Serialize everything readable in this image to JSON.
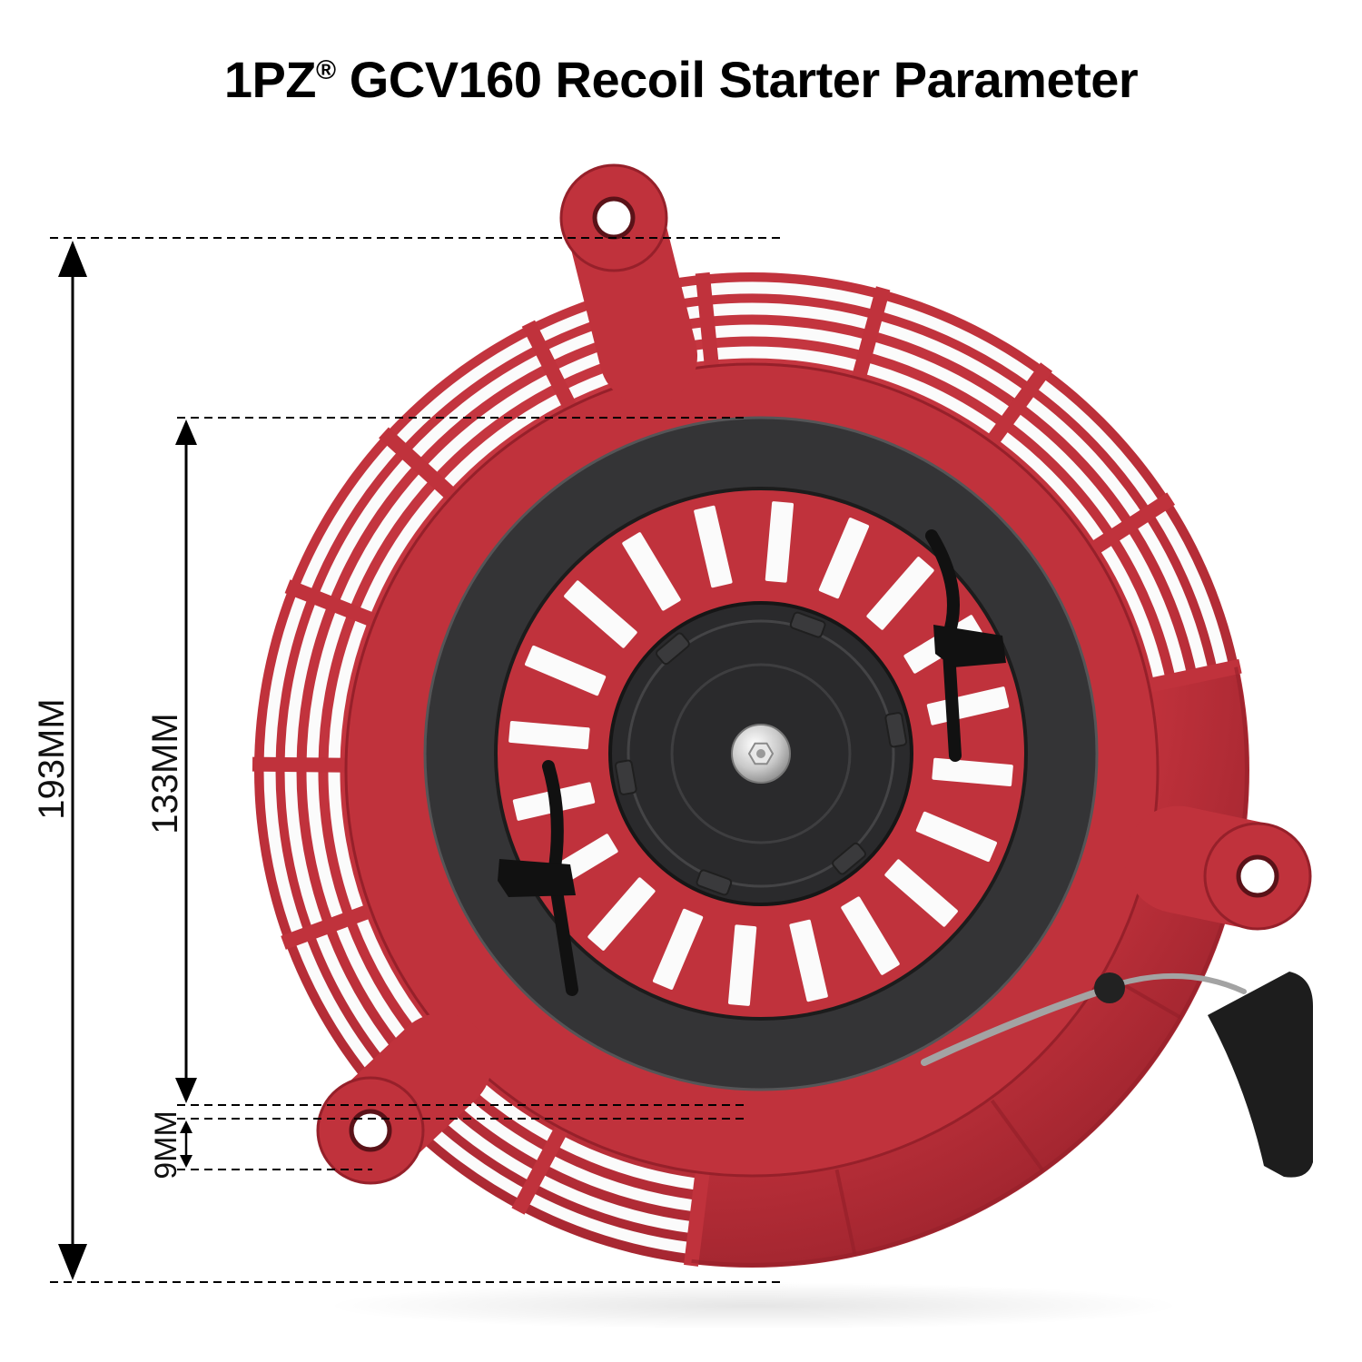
{
  "title": {
    "brand": "1PZ",
    "mark": "®",
    "text": "GCV160 Recoil Starter Parameter"
  },
  "dimensions": {
    "overall_height": {
      "label": "193MM"
    },
    "inner_disc": {
      "label": "133MM"
    },
    "offset": {
      "label": "9MM"
    }
  },
  "colors": {
    "housing": "#c0323c",
    "housing_light": "#d4434d",
    "housing_dark": "#96202a",
    "disc": "#343436",
    "hub": "#2a2a2c",
    "handle": "#1d1d1d",
    "rope": "#a3a3a3",
    "dimension_lines": "#000000"
  }
}
